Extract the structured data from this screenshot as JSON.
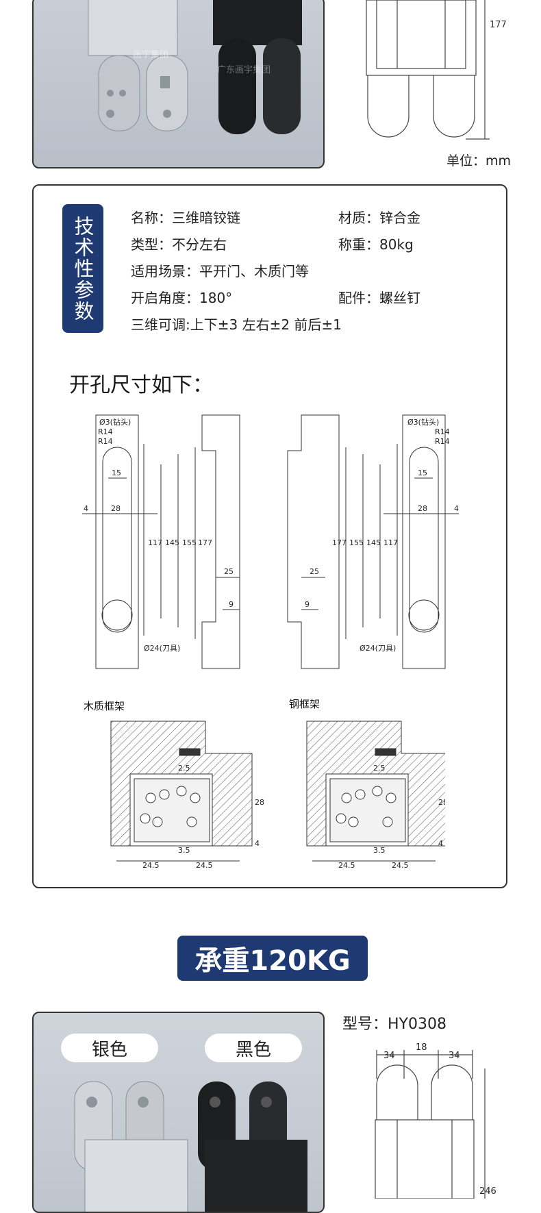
{
  "top_section": {
    "photo_watermark_1": "画宇集团",
    "photo_watermark_2": "广东画宇集团",
    "dimension_177": "177",
    "unit_label": "单位：mm"
  },
  "spec": {
    "tag_label": "技术性参数",
    "rows": [
      {
        "left": "名称：三维暗铰链",
        "right": "材质：锌合金"
      },
      {
        "left": "类型：不分左右",
        "right": "称重：80kg"
      },
      {
        "left": "适用场景：平开门、木质门等",
        "right": ""
      },
      {
        "left": "开启角度：180°",
        "right": "配件：螺丝钉"
      },
      {
        "left": "三维可调:上下±3 左右±2 前后±1",
        "right": ""
      }
    ]
  },
  "holes": {
    "title": "开孔尺寸如下：",
    "left_labels": {
      "drill": "Ø3(钻头)",
      "r1": "R14",
      "r2": "R14",
      "w15": "15",
      "w4": "4",
      "w28": "28",
      "h117": "117",
      "h145": "145",
      "h155": "155",
      "h177": "177",
      "tool": "Ø24(刀具)"
    },
    "side_labels": {
      "d25": "25",
      "d9": "9"
    },
    "right_labels": {
      "drill": "Ø3(钻头)",
      "r1": "R14",
      "r2": "R14",
      "w15": "15",
      "w4": "4",
      "w28": "28",
      "h117": "117",
      "h145": "145",
      "h155": "155",
      "h177": "177",
      "tool": "Ø24(刀具)"
    }
  },
  "frames": {
    "wood_label": "木质框架",
    "steel_label": "钢框架",
    "dims": {
      "gap": "2.5",
      "h28": "28",
      "h4": "4",
      "g35": "3.5",
      "w1": "24.5",
      "w2": "24.5"
    }
  },
  "banner": {
    "text": "承重120KG"
  },
  "bottom": {
    "silver_label": "银色",
    "black_label": "黑色",
    "model_label": "型号：HY0308",
    "dim_34a": "34",
    "dim_18": "18",
    "dim_34b": "34",
    "dim_246": "246"
  }
}
